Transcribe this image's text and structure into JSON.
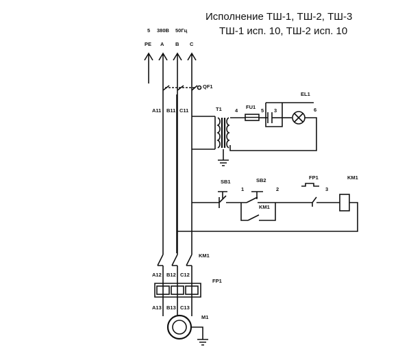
{
  "header": {
    "line1": "Исполнение ТШ-1, ТШ-2, ТШ-3",
    "line2": "ТШ-1 исп. 10, ТШ-2 исп. 10"
  },
  "supply": {
    "frequency": "5",
    "voltage": "380В",
    "hertz": "50Гц",
    "phases": [
      "PE",
      "A",
      "B",
      "C"
    ]
  },
  "components": {
    "breaker": "QF1",
    "transformer": "T1",
    "fuse": "FU1",
    "lamp": "EL1",
    "stop_button": "SB1",
    "start_button": "SB2",
    "relay_contact": "FP1",
    "contactor_coil": "KM1",
    "contactor_aux": "KM1",
    "contactor_main": "KM1",
    "thermal_relay": "FP1",
    "motor": "M1"
  },
  "terminals": {
    "upper": [
      "A11",
      "B11",
      "C11"
    ],
    "middle": [
      "A12",
      "B12",
      "C12"
    ],
    "lower": [
      "A13",
      "B13",
      "C13"
    ]
  },
  "nodes": {
    "n4": "4",
    "n5": "5",
    "n3": "3",
    "n6": "6",
    "n1": "1",
    "n2": "2",
    "n3b": "3"
  },
  "colors": {
    "ink": "#111111",
    "background": "#ffffff"
  }
}
